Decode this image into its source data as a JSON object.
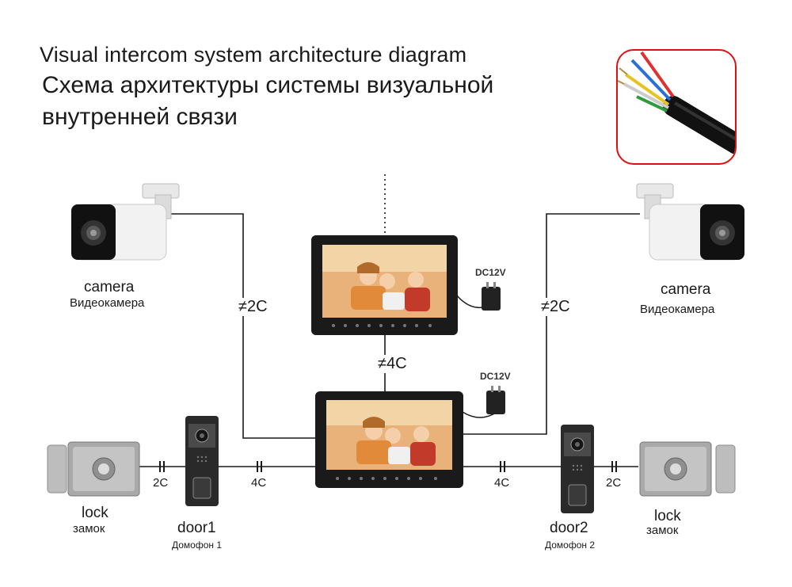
{
  "title": {
    "en": "Visual intercom system architecture diagram",
    "ru": "Схема архитектуры системы визуальной внутренней связи"
  },
  "cameras": {
    "left": {
      "label": "camera",
      "label_ru": "Видеокамера"
    },
    "right": {
      "label": "camera",
      "label_ru": "Видеокамера"
    }
  },
  "power": {
    "top": "DC12V",
    "bottom": "DC12V"
  },
  "wires": {
    "cam_left": "≠2C",
    "cam_right": "≠2C",
    "monitor_link": "≠4C",
    "lock_left": "2C",
    "door_left": "4C",
    "door_right": "4C",
    "lock_right": "2C"
  },
  "locks": {
    "left": {
      "label": "lock",
      "label_ru": "замок"
    },
    "right": {
      "label": "lock",
      "label_ru": "замок"
    }
  },
  "doors": {
    "door1": {
      "label": "door1",
      "label_ru": "Домофон 1"
    },
    "door2": {
      "label": "door2",
      "label_ru": "Домофон 2"
    }
  },
  "colors": {
    "inset_border": "#dd1111",
    "monitor_frame": "#1a1a1a",
    "wire": "#1a1a1a",
    "cable_wires": [
      "#e03030",
      "#2a6fd6",
      "#e8c320",
      "#ffffff",
      "#2d9c3a"
    ]
  }
}
